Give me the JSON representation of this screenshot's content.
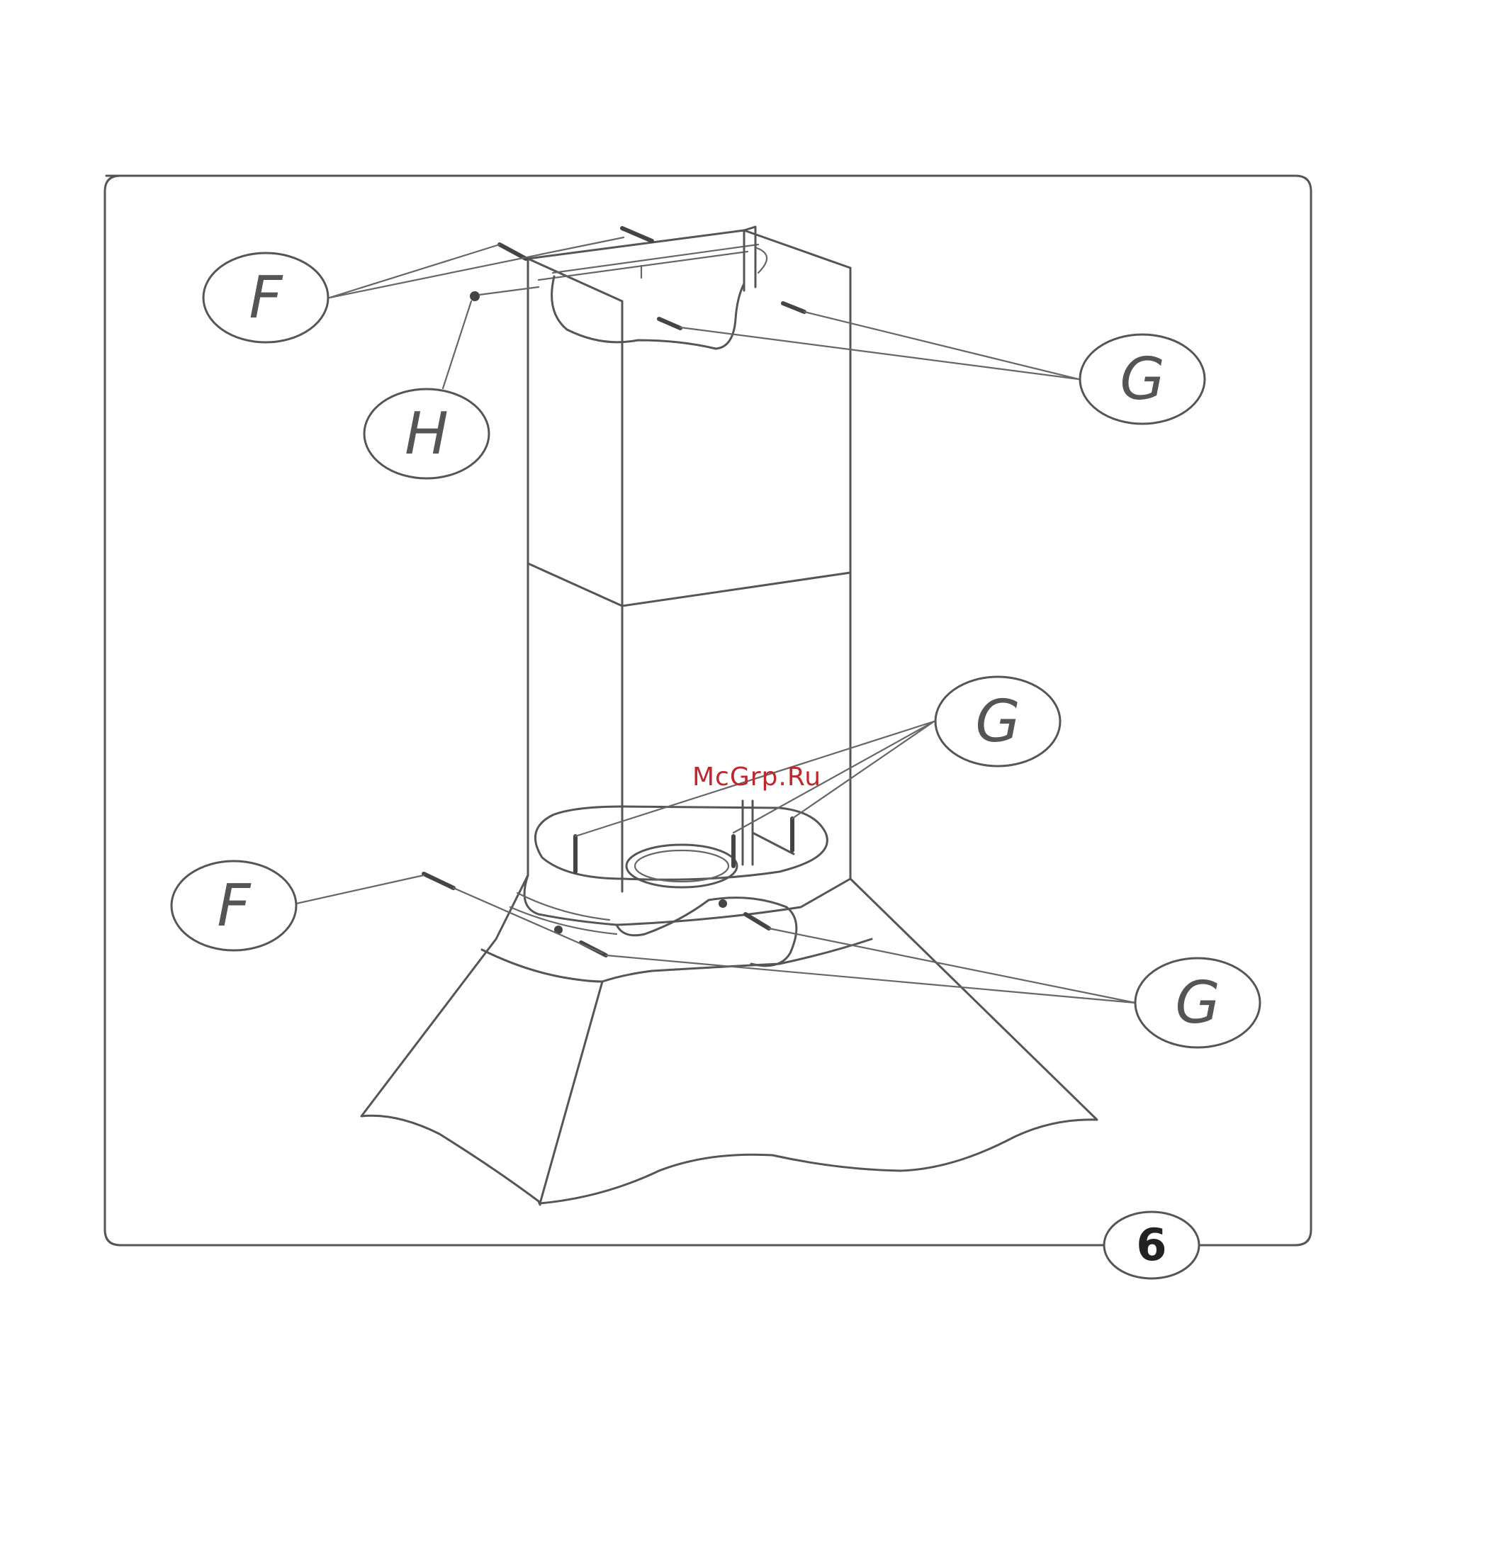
{
  "callouts": {
    "f_top": "F",
    "g_top": "G",
    "h": "H",
    "g_mid": "G",
    "f_bottom": "F",
    "g_bottom": "G"
  },
  "figure_number": "6",
  "watermark": "McGrp.Ru"
}
